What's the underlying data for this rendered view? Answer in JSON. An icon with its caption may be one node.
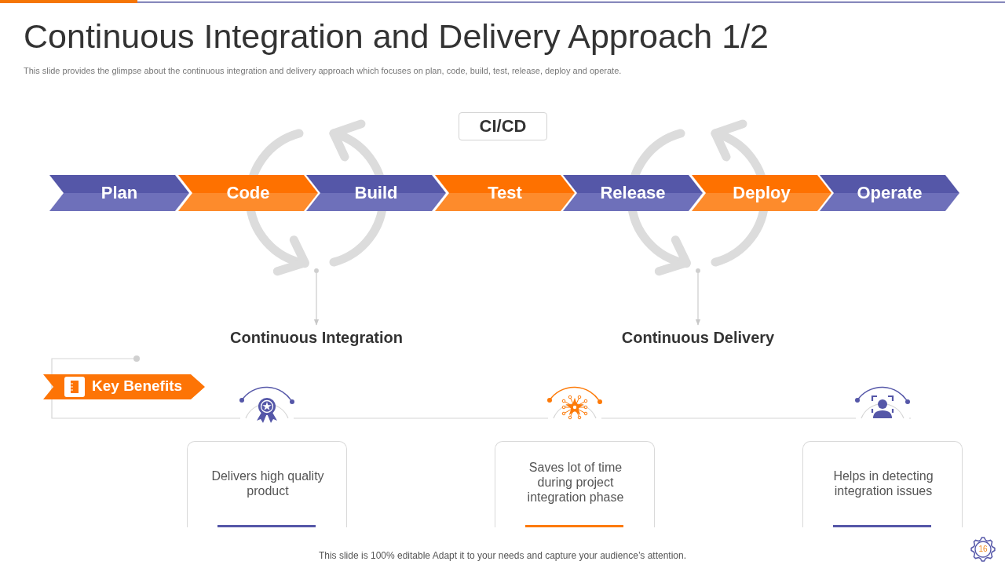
{
  "diagram": {
    "title": "Continuous Integration and Delivery Approach 1/2",
    "nodes": [
      {
        "text": [
          "CI/CD"
        ]
      },
      {
        "text": [
          "Plan"
        ]
      },
      {
        "text": [
          "Code"
        ]
      },
      {
        "text": [
          "Build"
        ]
      },
      {
        "text": [
          "Test"
        ]
      },
      {
        "text": [
          "Release"
        ]
      },
      {
        "text": [
          "Deploy"
        ]
      },
      {
        "text": [
          "Operate"
        ]
      },
      {
        "text": [
          "Continuous Integration"
        ]
      },
      {
        "text": [
          "Continuous Delivery"
        ]
      },
      {
        "text": [
          "Key Benefits"
        ]
      },
      {
        "text": [
          "Delivers high quality product"
        ]
      },
      {
        "text": [
          "Saves lot of time during project integration phase"
        ]
      },
      {
        "text": [
          "Helps in detecting integration issues"
        ]
      }
    ],
    "edges": [
      {
        "from": null,
        "to": 8,
        "arrow": "to"
      },
      {
        "from": null,
        "to": 9,
        "arrow": "to"
      }
    ],
    "labels": [
      "This slide provides the glimpse about the continuous integration and delivery approach which focuses on plan, code, build, test, release, deploy and operate.",
      "This slide is 100% editable Adapt it to your needs and capture your audience’s attention.",
      "16"
    ]
  }
}
